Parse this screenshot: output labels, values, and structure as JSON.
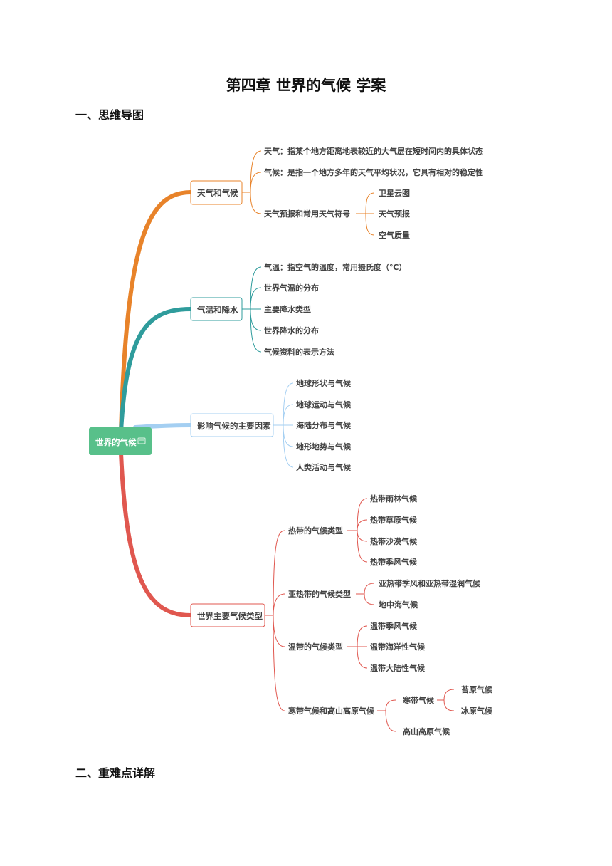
{
  "document": {
    "title": "第四章 世界的气候 学案",
    "section1": "一、思维导图",
    "section2": "二、重难点详解"
  },
  "mindmap": {
    "root": "世界的气候",
    "colors": {
      "root": "#58c08a",
      "weather": "#e8832a",
      "temperature": "#2f9c9c",
      "factors": "#a4cff2",
      "types": "#e0574f"
    },
    "branches": {
      "weather": {
        "label": "天气和气候",
        "children": [
          "天气：指某个地方距离地表较近的大气层在短时间内的具体状态",
          "气候：是指一个地方多年的天气平均状况，它具有相对的稳定性",
          "天气预报和常用天气符号"
        ],
        "forecast_children": [
          "卫星云图",
          "天气预报",
          "空气质量"
        ]
      },
      "temperature": {
        "label": "气温和降水",
        "children": [
          "气温：指空气的温度，常用摄氏度（℃）",
          "世界气温的分布",
          "主要降水类型",
          "世界降水的分布",
          "气候资料的表示方法"
        ]
      },
      "factors": {
        "label": "影响气候的主要因素",
        "children": [
          "地球形状与气候",
          "地球运动与气候",
          "海陆分布与气候",
          "地形地势与气候",
          "人类活动与气候"
        ]
      },
      "types": {
        "label": "世界主要气候类型",
        "tropical": {
          "label": "热带的气候类型",
          "children": [
            "热带雨林气候",
            "热带草原气候",
            "热带沙漠气候",
            "热带季风气候"
          ]
        },
        "subtropical": {
          "label": "亚热带的气候类型",
          "children": [
            "亚热带季风和亚热带湿润气候",
            "地中海气候"
          ]
        },
        "temperate": {
          "label": "温带的气候类型",
          "children": [
            "温带季风气候",
            "温带海洋性气候",
            "温带大陆性气候"
          ]
        },
        "frigid": {
          "label": "寒带气候和高山高原气候",
          "cold": {
            "label": "寒带气候",
            "children": [
              "苔原气候",
              "冰原气候"
            ]
          },
          "highland": "高山高原气候"
        }
      }
    }
  }
}
